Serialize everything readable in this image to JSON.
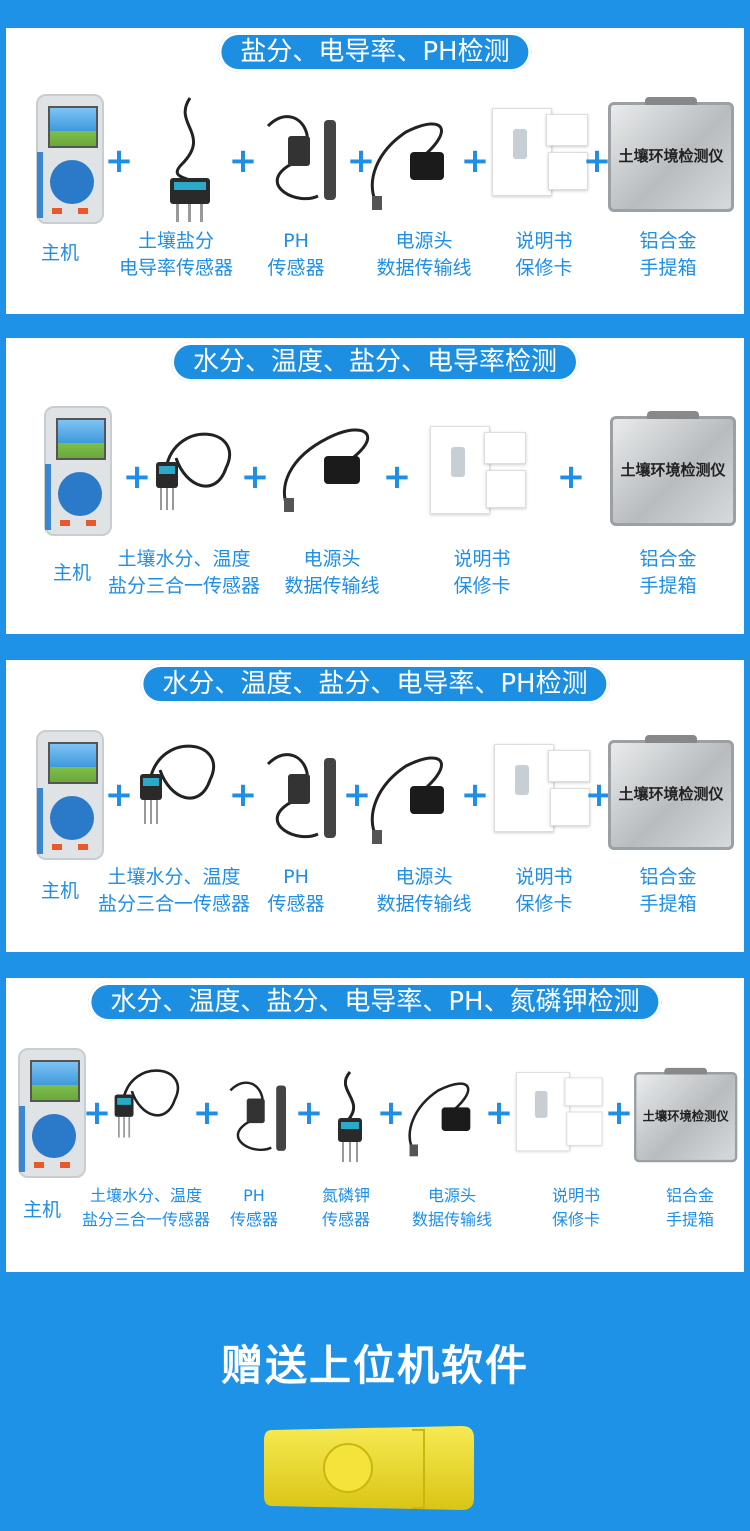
{
  "sections": [
    {
      "title": "盐分、电导率、PH检测",
      "items": [
        {
          "kind": "device",
          "label": [
            "主机"
          ]
        },
        {
          "kind": "probe",
          "label": [
            "土壤盐分",
            "电导率传感器"
          ]
        },
        {
          "kind": "ph",
          "label": [
            "PH",
            "传感器"
          ]
        },
        {
          "kind": "adapter",
          "label": [
            "电源头",
            "数据传输线"
          ]
        },
        {
          "kind": "manual",
          "label": [
            "说明书",
            "保修卡"
          ]
        },
        {
          "kind": "case",
          "label": [
            "铝合金",
            "手提箱"
          ]
        }
      ]
    },
    {
      "title": "水分、温度、盐分、电导率检测",
      "items": [
        {
          "kind": "device",
          "label": [
            "主机"
          ]
        },
        {
          "kind": "probe",
          "label": [
            "土壤水分、温度",
            "盐分三合一传感器"
          ]
        },
        {
          "kind": "adapter",
          "label": [
            "电源头",
            "数据传输线"
          ]
        },
        {
          "kind": "manual",
          "label": [
            "说明书",
            "保修卡"
          ]
        },
        {
          "kind": "case",
          "label": [
            "铝合金",
            "手提箱"
          ]
        }
      ]
    },
    {
      "title": "水分、温度、盐分、电导率、PH检测",
      "items": [
        {
          "kind": "device",
          "label": [
            "主机"
          ]
        },
        {
          "kind": "probe",
          "label": [
            "土壤水分、温度",
            "盐分三合一传感器"
          ]
        },
        {
          "kind": "ph",
          "label": [
            "PH",
            "传感器"
          ]
        },
        {
          "kind": "adapter",
          "label": [
            "电源头",
            "数据传输线"
          ]
        },
        {
          "kind": "manual",
          "label": [
            "说明书",
            "保修卡"
          ]
        },
        {
          "kind": "case",
          "label": [
            "铝合金",
            "手提箱"
          ]
        }
      ]
    },
    {
      "title": "水分、温度、盐分、电导率、PH、氮磷钾检测",
      "items": [
        {
          "kind": "device",
          "label": [
            "主机"
          ]
        },
        {
          "kind": "probe",
          "label": [
            "土壤水分、温度",
            "盐分三合一传感器"
          ]
        },
        {
          "kind": "ph",
          "label": [
            "PH",
            "传感器"
          ]
        },
        {
          "kind": "npk",
          "label": [
            "氮磷钾",
            "传感器"
          ]
        },
        {
          "kind": "adapter",
          "label": [
            "电源头",
            "数据传输线"
          ]
        },
        {
          "kind": "manual",
          "label": [
            "说明书",
            "保修卡"
          ]
        },
        {
          "kind": "case",
          "label": [
            "铝合金",
            "手提箱"
          ]
        }
      ]
    }
  ],
  "case_text": "土壤环境检测仪",
  "plus_symbol": "+",
  "footer": {
    "title": "赠送上位机软件"
  },
  "colors": {
    "accent": "#1c8fe3",
    "background": "#1d92e6",
    "usb": "#f2e02a"
  }
}
